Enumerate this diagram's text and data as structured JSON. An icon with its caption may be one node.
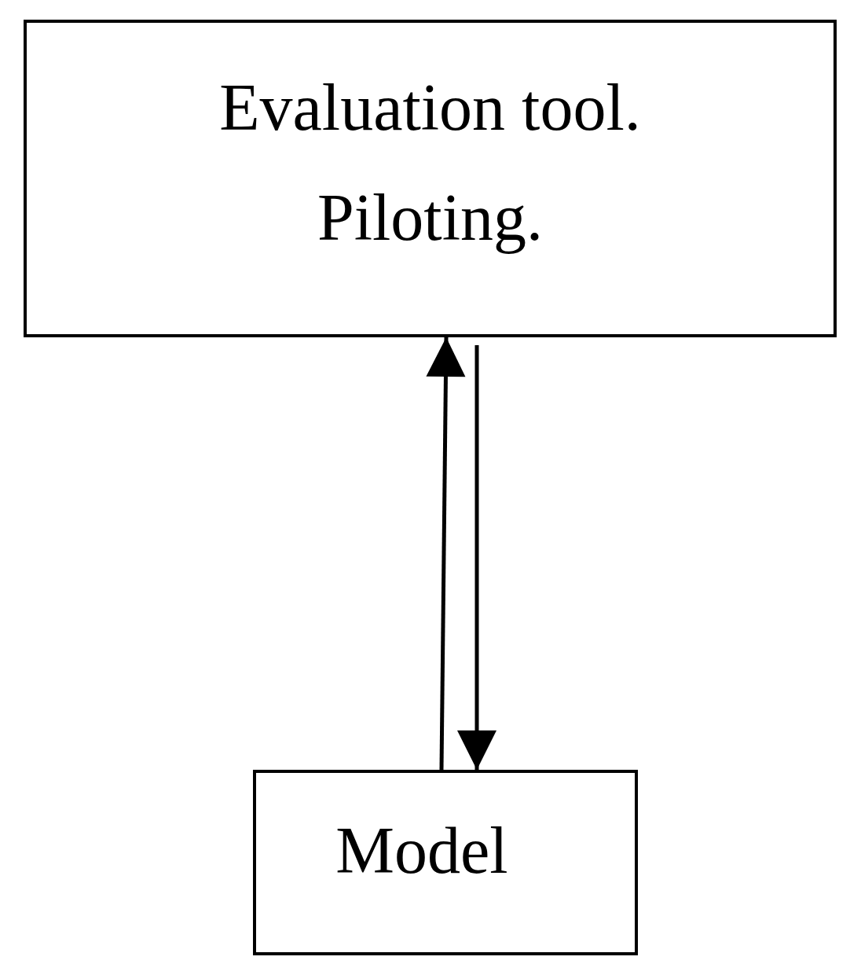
{
  "diagram": {
    "nodes": [
      {
        "text": [
          "Evaluation tool. Piloting."
        ]
      },
      {
        "text": [
          "Model"
        ]
      }
    ],
    "edges": [
      {
        "from": 1,
        "to": 0,
        "arrow": "to"
      },
      {
        "from": 0,
        "to": 1,
        "arrow": "to"
      }
    ]
  }
}
